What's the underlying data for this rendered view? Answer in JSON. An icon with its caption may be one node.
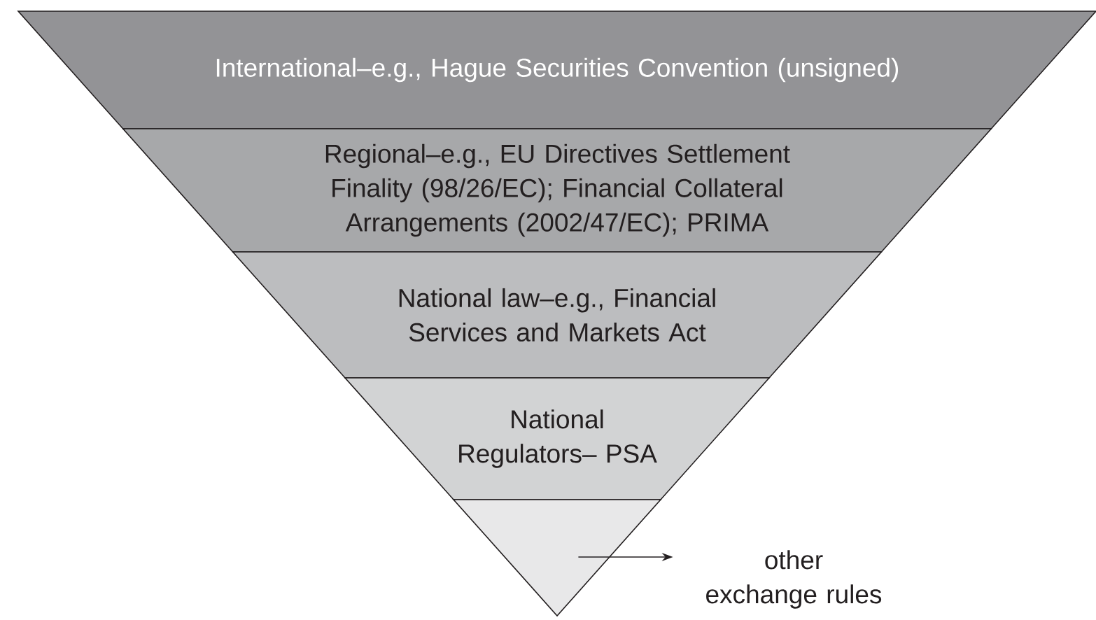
{
  "diagram": {
    "nodes": [
      {
        "text": [
          "International–e.g., Hague Securities Convention (unsigned)"
        ]
      },
      {
        "text": [
          "Regional–e.g., EU Directives Settlement Finality (98/26/EC); Financial Collateral Arrangements (2002/47/EC); PRIMA"
        ]
      },
      {
        "text": [
          "National law–e.g., Financial Services and Markets Act"
        ]
      },
      {
        "text": [
          "National Regulators– PSA"
        ]
      },
      {
        "text": [],
        "shape": "triangle"
      },
      {
        "text": [
          "other exchange rules"
        ]
      }
    ],
    "edges": [
      {
        "from": 4,
        "to": 5,
        "arrow": "to"
      }
    ]
  }
}
